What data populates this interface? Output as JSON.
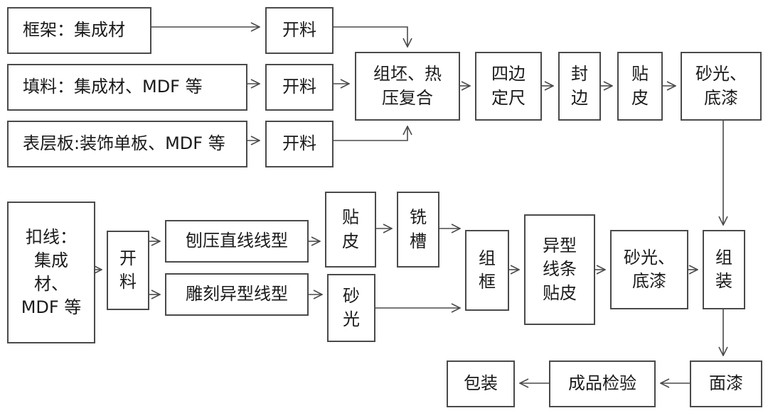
{
  "nodes": {
    "frame": "框架：集成材",
    "filling": "填料：集成材、MDF 等",
    "surface": "表层板:装饰单板、MDF 等",
    "cut1": "开料",
    "cut2": "开料",
    "cut3": "开料",
    "assemble_press": "组坯、热\n压复合",
    "size": "四边\n定尺",
    "edge": "封\n边",
    "veneer1": "贴\n皮",
    "sand_primer1": "砂光、\n底漆",
    "trim": "扣线：\n集成\n材、\nMDF 等",
    "cut4": "开\n料",
    "plane": "刨压直线线型",
    "carve": "雕刻异型线型",
    "veneer2": "贴\n皮",
    "groove": "铣\n槽",
    "sand": "砂\n光",
    "frame_assembly": "组\n框",
    "shaped_veneer": "异型\n线条\n贴皮",
    "sand_primer2": "砂光、\n底漆",
    "assembly": "组\n装",
    "topcoat": "面漆",
    "inspect": "成品检验",
    "pack": "包装"
  },
  "colors": {
    "border": "#4a4a4a",
    "line": "#4a4a4a",
    "text": "#1a1a1a"
  }
}
